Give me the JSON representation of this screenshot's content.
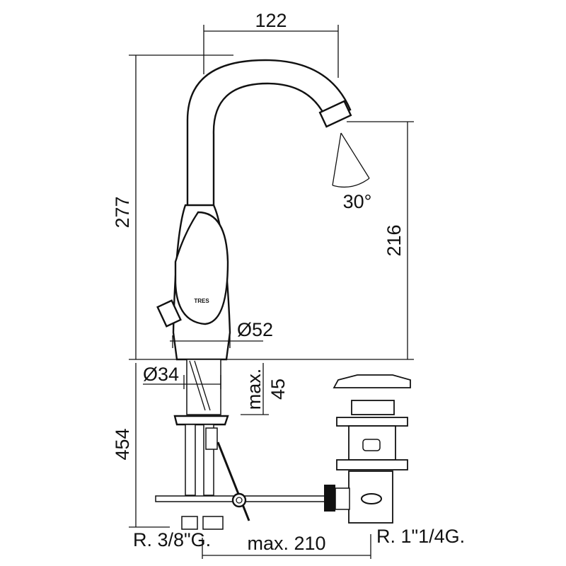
{
  "dimensions": {
    "spout_reach": "122",
    "total_height": "277",
    "swivel_angle": "30°",
    "spout_height": "216",
    "body_diameter": "Ø52",
    "shank_diameter": "Ø34",
    "max_thickness_label": "max.",
    "max_thickness_value": "45",
    "supply_length": "454",
    "supply_thread": "R. 3/8\"G.",
    "max_distance": "max. 210",
    "waste_thread": "R. 1\"1/4G."
  },
  "logo": "TRES"
}
